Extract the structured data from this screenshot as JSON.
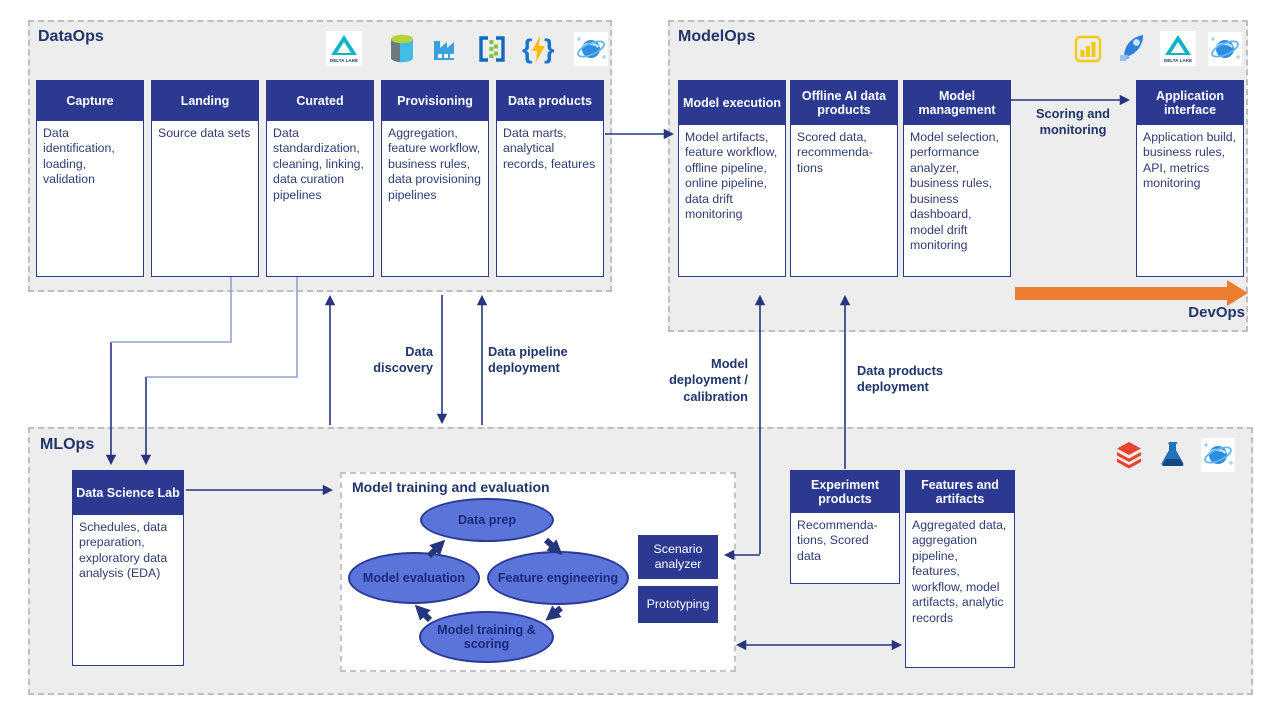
{
  "colors": {
    "navy_fill": "#2B3990",
    "section_bg": "#EDEDED",
    "arrow_navy": "#26357E",
    "orange": "#ED7D31",
    "ellipse_fill": "#5B74D9",
    "body_text": "#2F3C72",
    "title_text": "#203569"
  },
  "icons": {
    "delta_lake_label": "DELTA LAKE"
  },
  "dataops": {
    "title": "DataOps",
    "icons": [
      "delta-lake",
      "azure-data-lake-storage",
      "azure-data-factory",
      "azure-synapse",
      "azure-functions",
      "azure-cosmos-db"
    ],
    "columns": [
      {
        "title": "Capture",
        "body": "Data identification, loading, validation"
      },
      {
        "title": "Landing",
        "body": "Source data sets"
      },
      {
        "title": "Curated",
        "body": "Data standardization, cleaning, linking, data curation pipelines"
      },
      {
        "title": "Provisioning",
        "body": "Aggregation, feature workflow, business rules, data provisioning pipelines"
      },
      {
        "title": "Data products",
        "body": "Data marts, analytical records, features"
      }
    ]
  },
  "modelops": {
    "title": "ModelOps",
    "icons": [
      "power-bi",
      "rocket",
      "delta-lake",
      "azure-cosmos-db"
    ],
    "columns": [
      {
        "title": "Model execution",
        "body": "Model artifacts, feature workflow, offline pipeline, online pipeline, data drift monitoring"
      },
      {
        "title": "Offline AI data products",
        "body": "Scored data, recommenda-tions"
      },
      {
        "title": "Model management",
        "body": "Model selection, performance analyzer, business rules, business dashboard, model drift monitoring"
      },
      {
        "title": "Application interface",
        "body": "Application build, business rules, API, metrics monitoring"
      }
    ],
    "scoring_label": "Scoring and monitoring",
    "devops_label": "DevOps"
  },
  "mlops": {
    "title": "MLOps",
    "icons": [
      "databricks",
      "azure-machine-learning",
      "azure-cosmos-db"
    ],
    "data_science_lab": {
      "title": "Data Science Lab",
      "body": "Schedules, data preparation, exploratory data analysis (EDA)"
    },
    "model_training": {
      "title": "Model training and evaluation",
      "cycle": [
        "Data prep",
        "Feature engineering",
        "Model training & scoring",
        "Model evaluation"
      ]
    },
    "scenario_analyzer": "Scenario analyzer",
    "prototyping": "Prototyping",
    "experiment_products": {
      "title": "Experiment products",
      "body": "Recommenda-tions, Scored data"
    },
    "features_artifacts": {
      "title": "Features and artifacts",
      "body": "Aggregated data, aggregation pipeline, features, workflow, model artifacts, analytic records"
    }
  },
  "connectors": {
    "data_discovery": "Data discovery",
    "data_pipeline_deployment": "Data pipeline deployment",
    "model_deployment": "Model deployment / calibration",
    "data_products_deployment": "Data products deployment"
  }
}
